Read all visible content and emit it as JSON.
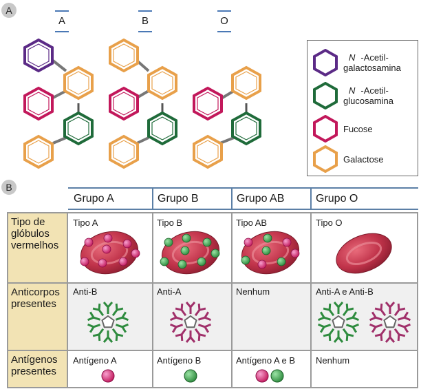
{
  "panel_a": {
    "badge": "A",
    "types": [
      {
        "key": "a",
        "label": "A"
      },
      {
        "key": "b",
        "label": "B"
      },
      {
        "key": "o",
        "label": "O"
      }
    ],
    "legend": [
      {
        "key": "galnac",
        "line1": "N-Acetil-",
        "italic_prefix": "N",
        "line2": "galactosamina",
        "color": "#5b2a86"
      },
      {
        "key": "glcnac",
        "line1": "N-Acetil-",
        "italic_prefix": "N",
        "line2": "glucosamina",
        "color": "#1f6b3a"
      },
      {
        "key": "fucose",
        "line1": "Fucose",
        "line2": "",
        "color": "#c2185b"
      },
      {
        "key": "galactose",
        "line1": "Galactose",
        "line2": "",
        "color": "#e8a04a"
      }
    ]
  },
  "panel_b": {
    "badge": "B",
    "columns": [
      "Grupo A",
      "Grupo B",
      "Grupo AB",
      "Grupo O"
    ],
    "rows": [
      {
        "key": "rbc",
        "title": "Tipo de glóbulos vermelhos",
        "cells": [
          "Tipo A",
          "Tipo B",
          "Tipo AB",
          "Tipo O"
        ]
      },
      {
        "key": "antibodies",
        "title": "Anticorpos presentes",
        "cells": [
          "Anti-B",
          "Anti-A",
          "Nenhum",
          "Anti-A e Anti-B"
        ]
      },
      {
        "key": "antigens",
        "title": "Antígenos presentes",
        "cells": [
          "Antígeno A",
          "Antígeno B",
          "Antígeno A e B",
          "Nenhum"
        ]
      }
    ],
    "colors": {
      "rbc": "#c0334a",
      "antigen_a": "#d63384",
      "antigen_b": "#3cab4b",
      "antibody_antiB": "#2e8b3e",
      "antibody_antiA": "#a0306a"
    }
  }
}
